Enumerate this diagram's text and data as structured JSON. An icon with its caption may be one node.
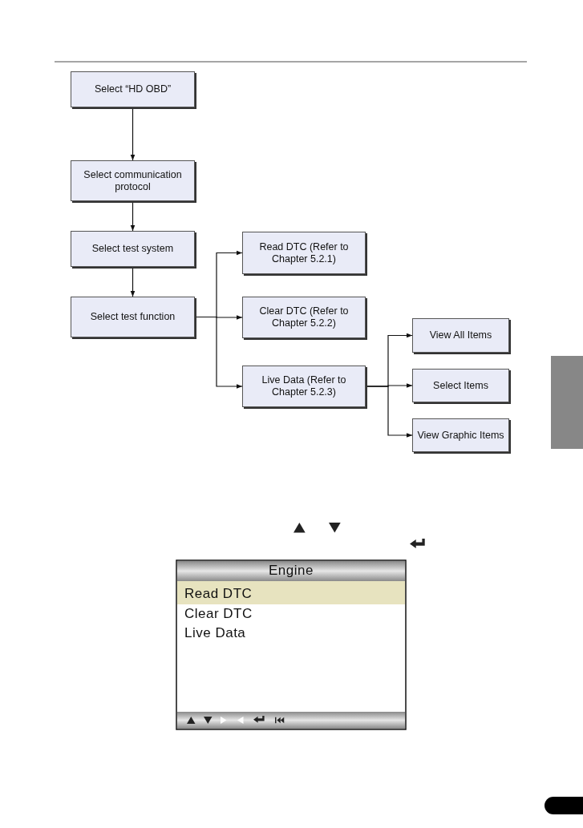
{
  "diagram": {
    "nodes": [
      {
        "text": [
          "Select “HD OBD”"
        ]
      },
      {
        "text": [
          "Select communication protocol"
        ]
      },
      {
        "text": [
          "Select test system"
        ]
      },
      {
        "text": [
          "Select test function"
        ]
      },
      {
        "text": [
          "Read DTC (Refer to Chapter 5.2.1)"
        ]
      },
      {
        "text": [
          "Clear DTC (Refer to Chapter 5.2.2)"
        ]
      },
      {
        "text": [
          "Live Data (Refer to Chapter 5.2.3)"
        ]
      },
      {
        "text": [
          "View All Items"
        ]
      },
      {
        "text": [
          "Select Items"
        ]
      },
      {
        "text": [
          "View Graphic Items"
        ]
      }
    ],
    "edges": [
      {
        "from": 0,
        "to": 1,
        "arrow": "to"
      },
      {
        "from": 1,
        "to": 2,
        "arrow": "to"
      },
      {
        "from": 2,
        "to": 3,
        "arrow": "to"
      },
      {
        "from": 3,
        "to": 4,
        "arrow": "to"
      },
      {
        "from": 3,
        "to": 5,
        "arrow": "to"
      },
      {
        "from": 3,
        "to": 6,
        "arrow": "to"
      },
      {
        "from": 6,
        "to": 7,
        "arrow": "to"
      },
      {
        "from": 6,
        "to": 8,
        "arrow": "to"
      },
      {
        "from": 6,
        "to": 9,
        "arrow": "to"
      }
    ],
    "labels": [
      "Engine",
      "Read DTC",
      "Clear DTC",
      "Live Data"
    ]
  }
}
